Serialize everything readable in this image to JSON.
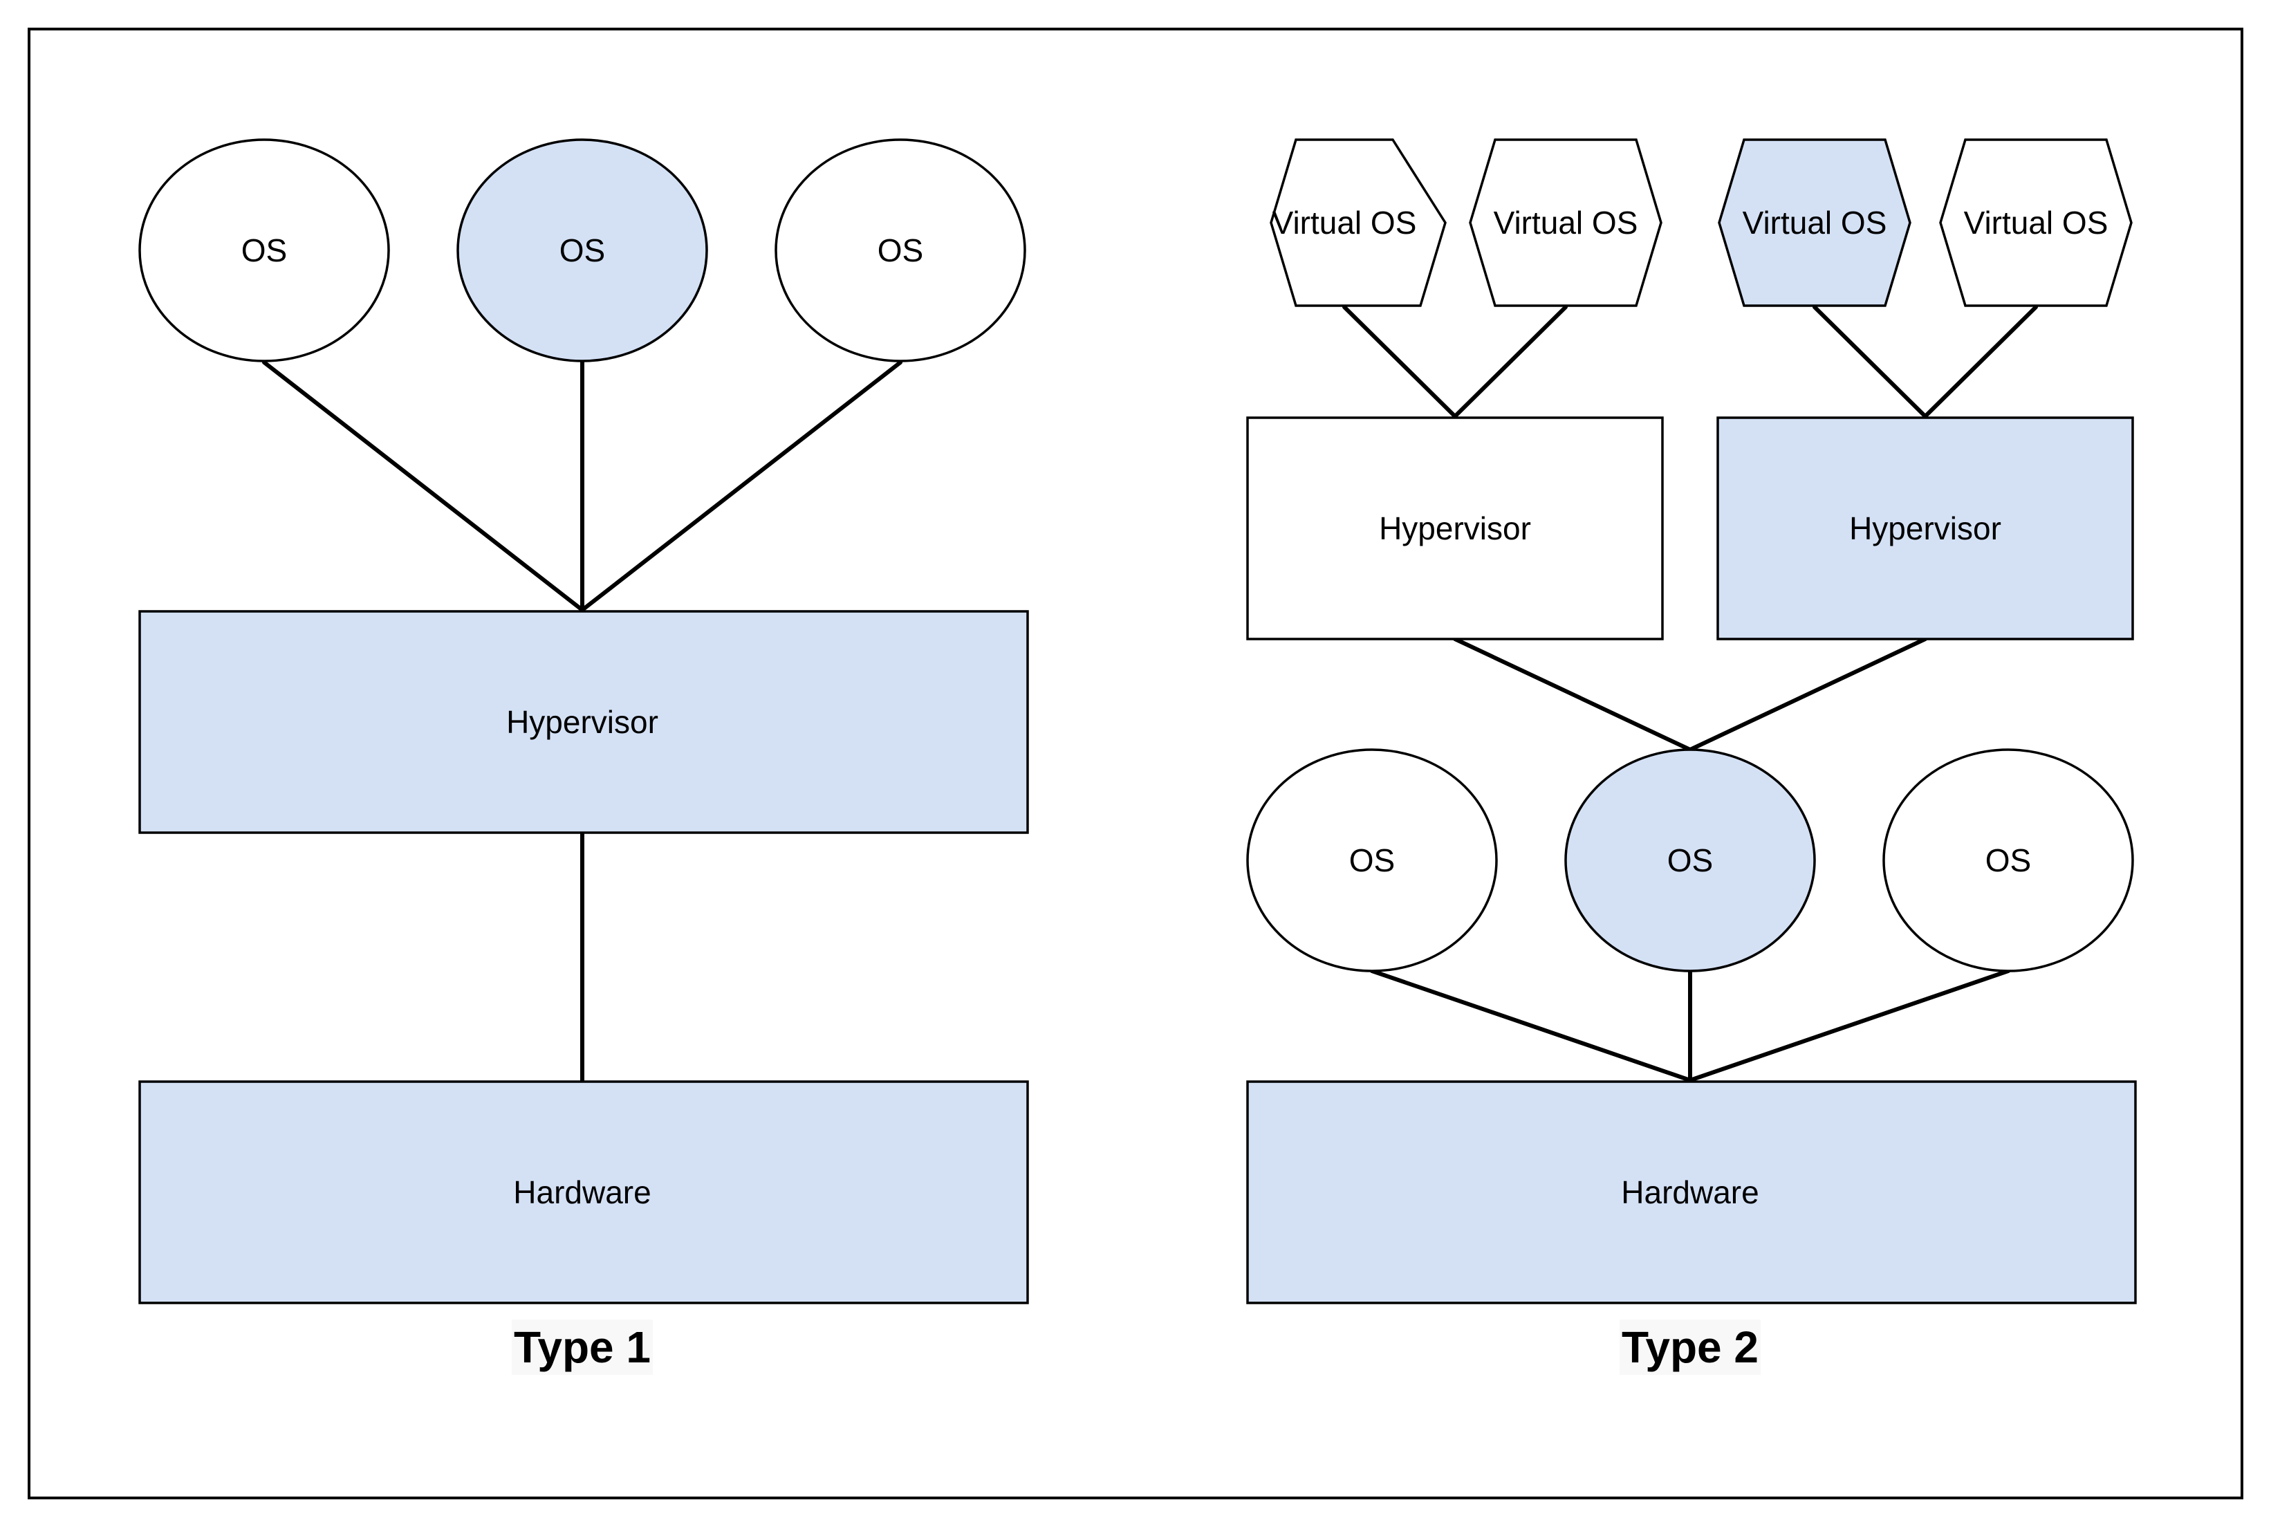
{
  "colors": {
    "highlight_fill": "#d4e1f5",
    "plain_fill": "#ffffff",
    "stroke": "#000000",
    "caption_background": "#f8f8f8"
  },
  "type1": {
    "caption": "Type 1",
    "os_nodes": [
      {
        "label": "OS",
        "highlighted": false
      },
      {
        "label": "OS",
        "highlighted": true
      },
      {
        "label": "OS",
        "highlighted": false
      }
    ],
    "hypervisor": {
      "label": "Hypervisor",
      "highlighted": true
    },
    "hardware": {
      "label": "Hardware",
      "highlighted": true
    }
  },
  "type2": {
    "caption": "Type 2",
    "virtual_os_nodes": [
      {
        "label": "Virtual OS",
        "highlighted": false
      },
      {
        "label": "Virtual OS",
        "highlighted": false
      },
      {
        "label": "Virtual OS",
        "highlighted": true
      },
      {
        "label": "Virtual OS",
        "highlighted": false
      }
    ],
    "hypervisors": [
      {
        "label": "Hypervisor",
        "highlighted": false
      },
      {
        "label": "Hypervisor",
        "highlighted": true
      }
    ],
    "os_nodes": [
      {
        "label": "OS",
        "highlighted": false
      },
      {
        "label": "OS",
        "highlighted": true
      },
      {
        "label": "OS",
        "highlighted": false
      }
    ],
    "hardware": {
      "label": "Hardware",
      "highlighted": true
    }
  }
}
